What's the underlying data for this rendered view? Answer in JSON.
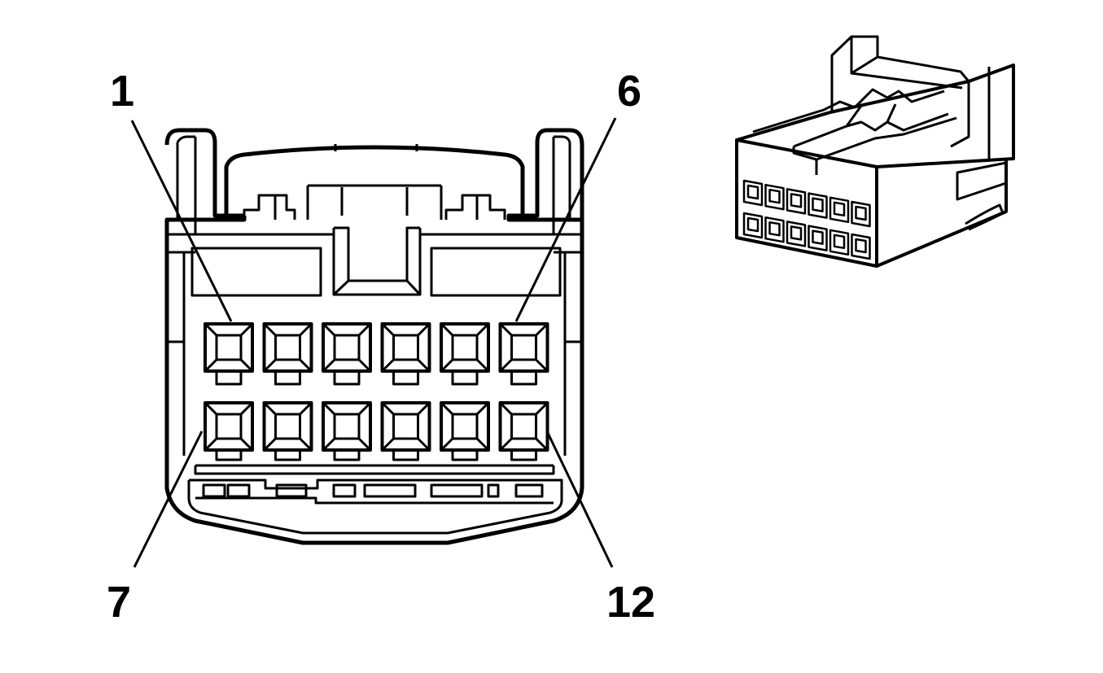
{
  "diagram": {
    "type": "connector-face-view",
    "pin_labels": {
      "top_left": "1",
      "top_right": "6",
      "bottom_left": "7",
      "bottom_right": "12"
    },
    "layout": {
      "rows": 2,
      "cavities_per_row": 6
    },
    "colors": {
      "line": "#000000",
      "background": "#ffffff"
    }
  }
}
